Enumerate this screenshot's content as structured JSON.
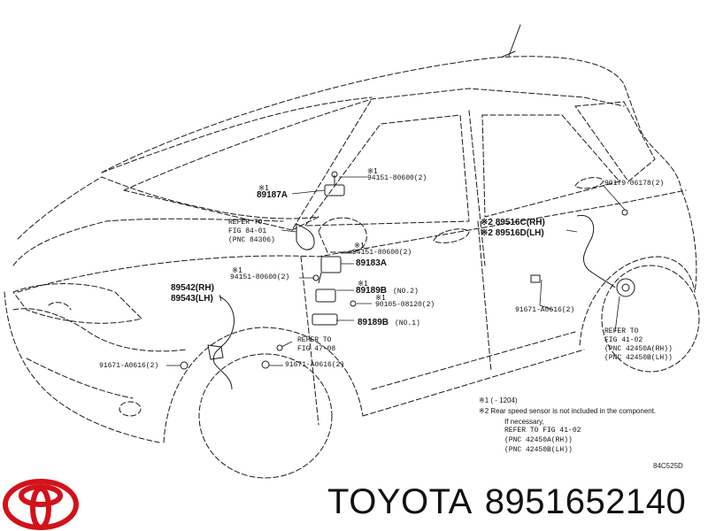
{
  "labels": {
    "mark_top_1": "※1",
    "p_94151_80600_top": "94151-80600(2)",
    "mark_89187a": "※1",
    "p_89187a": "89187A",
    "refer_fig_84": "REFER TO",
    "refer_fig_84_b": "FIG 84-01",
    "refer_fig_84_c": "(PNC 84306)",
    "mark_mid_1": "※1",
    "p_94151_80600_mid": "94151-80600(2)",
    "p_89183a": "89183A",
    "mark_left_1": "※1",
    "p_94151_80600_left": "94151-80600(2)",
    "mark_89189b_a": "※1",
    "p_89189b_a": "89189B",
    "p_89189b_a_note": "(NO.2)",
    "mark_90105": "※1",
    "p_90105": "90105-08120(2)",
    "p_89189b_b": "89189B",
    "p_89189b_b_note": "(NO.1)",
    "p_89542": "89542(RH)",
    "p_89543": "89543(LH)",
    "refer_fig_47": "REFER TO",
    "refer_fig_47_b": "FIG 47-08",
    "p_91671_left": "91671-A0616(2)",
    "p_91671_mid": "91671-A0616(2)",
    "p_90179": "90179-06178(2)",
    "p_89516c": "※2 89516C(RH)",
    "p_89516d": "※2 89516D(LH)",
    "p_91671_right": "91671-A0616(2)",
    "refer_fig_41": "REFER TO",
    "refer_fig_41_b": "FIG 41-02",
    "refer_fig_41_c": "(PNC 42450A(RH))",
    "refer_fig_41_d": "(PNC 42450B(LH))"
  },
  "notes": {
    "note1": "※1 (     - 1204)",
    "note2": "※2 Rear speed sensor is not included in the component.",
    "note3": "If necessary,",
    "note4": "REFER TO FIG 41-02",
    "note5": "(PNC 42450A(RH))",
    "note6": "(PNC 42450B(LH))"
  },
  "diagram_code": "84C525D",
  "brand": {
    "name": "TOYOTA",
    "part_number": "8951652140"
  },
  "icons": {
    "logo": "toyota-logo-icon"
  },
  "colors": {
    "logo_red": "#d4111a",
    "line": "#1a1a1a",
    "background": "#ffffff"
  }
}
